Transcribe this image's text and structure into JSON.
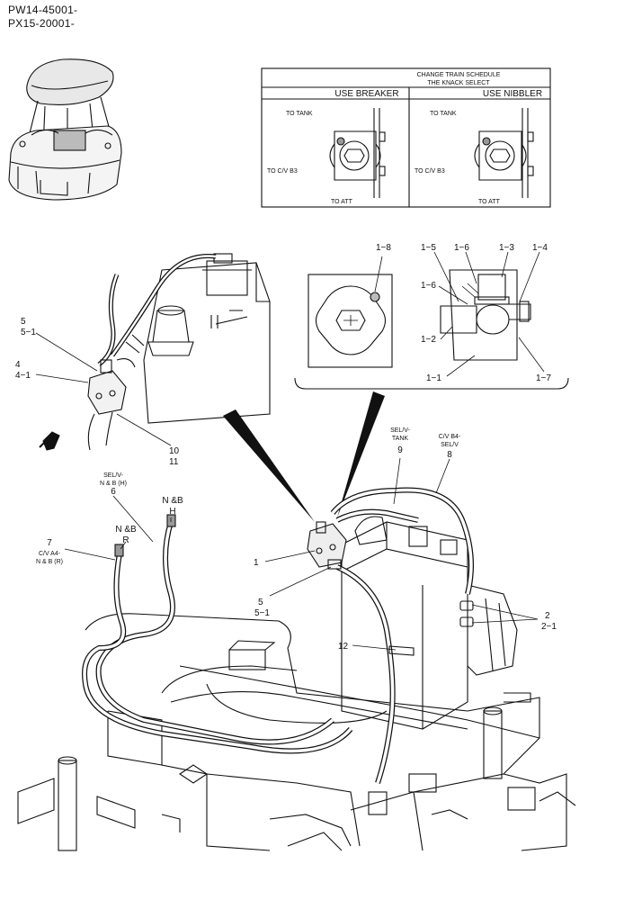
{
  "serials": [
    "PW14-45001-",
    "PX15-20001-"
  ],
  "schedule_table": {
    "title_line1": "CHANGE TRAIN SCHEDULE",
    "title_line2": "THE KNACK SELECT",
    "col_breaker": "USE BREAKER",
    "col_nibbler": "USE NIBBLER",
    "to_tank": "TO TANK",
    "to_cv_b3": "TO C/V B3",
    "to_att": "TO ATT"
  },
  "callouts": {
    "p5": "5",
    "p5_1": "5−1",
    "p4": "4",
    "p4_1": "4−1",
    "p10": "10",
    "p11": "11",
    "d1_8": "1−8",
    "d1_5": "1−5",
    "d1_6a": "1−6",
    "d1_3": "1−3",
    "d1_4": "1−4",
    "d1_6b": "1−6",
    "d1_2": "1−2",
    "d1_1": "1−1",
    "d1_7": "1−7",
    "sel_tank_l1": "SEL/V-",
    "sel_tank_l2": "TANK",
    "p9": "9",
    "cv_b4_l1": "C/V B4-",
    "cv_b4_l2": "SEL/V",
    "p8": "8",
    "sel_nb_h_l1": "SEL/V-",
    "sel_nb_h_l2": "N & B (H)",
    "p6": "6",
    "nbh_l1": "N &B",
    "nbh_l2": "H",
    "nbr_l1": "N &B",
    "nbr_l2": "R",
    "p7": "7",
    "cv_a4_l1": "C/V A4-",
    "cv_a4_l2": "N & B (R)",
    "p1": "1",
    "p5b": "5",
    "p5_1b": "5−1",
    "p2": "2",
    "p2_1": "2−1",
    "p12": "12"
  }
}
